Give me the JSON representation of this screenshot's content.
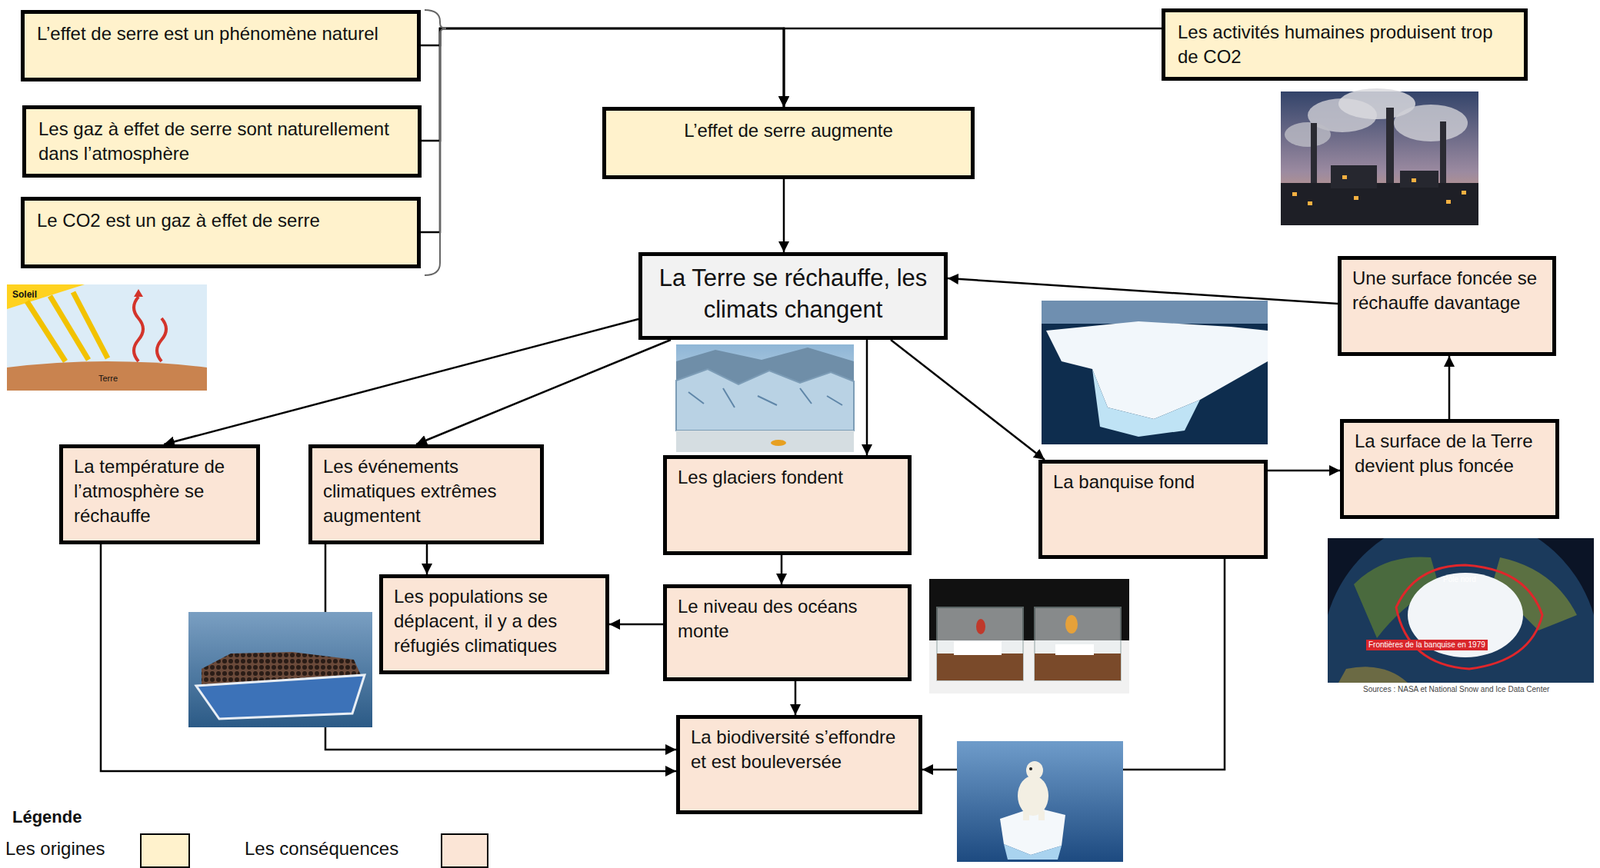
{
  "diagram": {
    "nodes": [
      {
        "text": [
          "L’effet de serre est un phénomène naturel"
        ]
      },
      {
        "text": [
          "Les gaz à effet de serre sont naturellement dans l’atmosphère"
        ]
      },
      {
        "text": [
          "Le CO2 est un gaz à effet de serre"
        ]
      },
      {
        "text": [
          "Les activités humaines produisent trop de CO2"
        ]
      },
      {
        "text": [
          "L’effet de serre augmente"
        ]
      },
      {
        "text": [
          "La Terre se réchauffe, les climats changent"
        ]
      },
      {
        "text": [
          "Une surface foncée se réchauffe davantage"
        ]
      },
      {
        "text": [
          "La température de l’atmosphère se réchauffe"
        ]
      },
      {
        "text": [
          "Les événements climatiques extrêmes augmentent"
        ]
      },
      {
        "text": [
          "Les glaciers fondent"
        ]
      },
      {
        "text": [
          "La banquise fond"
        ]
      },
      {
        "text": [
          "La surface de la Terre devient plus foncée"
        ]
      },
      {
        "text": [
          "Les populations se déplacent, il y a des réfugiés climatiques"
        ]
      },
      {
        "text": [
          "Le niveau des océans monte"
        ]
      },
      {
        "text": [
          "La biodiversité s’effondre et est bouleversée"
        ]
      }
    ],
    "edges": [
      {
        "from": 0,
        "to": 4,
        "arrow": "to"
      },
      {
        "from": 1,
        "to": 4,
        "arrow": "to"
      },
      {
        "from": 2,
        "to": 4,
        "arrow": "to"
      },
      {
        "from": 3,
        "to": 4,
        "arrow": "to"
      },
      {
        "from": 4,
        "to": 5,
        "arrow": "to"
      },
      {
        "from": 6,
        "to": 5,
        "arrow": "to"
      },
      {
        "from": 11,
        "to": 6,
        "arrow": "to"
      },
      {
        "from": 10,
        "to": 11,
        "arrow": "to"
      },
      {
        "from": 5,
        "to": 7,
        "arrow": "to"
      },
      {
        "from": 5,
        "to": 8,
        "arrow": "to"
      },
      {
        "from": 5,
        "to": 9,
        "arrow": "to"
      },
      {
        "from": 5,
        "to": 10,
        "arrow": "to"
      },
      {
        "from": 8,
        "to": 12,
        "arrow": "to"
      },
      {
        "from": 9,
        "to": 13,
        "arrow": "to"
      },
      {
        "from": 13,
        "to": 12,
        "arrow": "to"
      },
      {
        "from": 13,
        "to": 14,
        "arrow": "to"
      },
      {
        "from": 7,
        "to": 14,
        "arrow": "to"
      },
      {
        "from": 8,
        "to": 14,
        "arrow": "to"
      },
      {
        "from": 10,
        "to": 14,
        "arrow": "to"
      }
    ],
    "labels": [
      "Soleil",
      "Terre",
      "Pôle nord",
      "Frontières de la banquise en 1979",
      "Sources : NASA et National Snow and Ice Data Center",
      "Légende"
    ],
    "legend": [
      {
        "text": "Les origines",
        "color": "#fff2cc"
      },
      {
        "text": "Les conséquences",
        "color": "#fbe5d6"
      }
    ]
  }
}
